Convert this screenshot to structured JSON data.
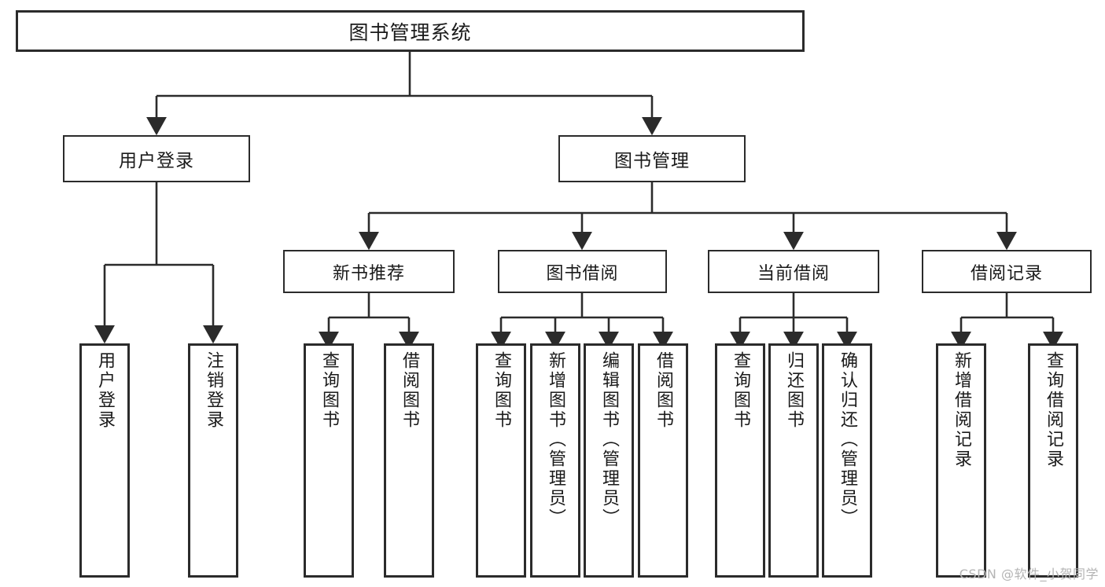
{
  "diagram": {
    "title": "图书管理系统",
    "watermark": "CSDN @软件_小贺同学",
    "stroke_color": "#2b2b2b",
    "fill_color": "#ffffff",
    "nodes": {
      "root": {
        "label": "图书管理系统"
      },
      "level1": [
        {
          "label": "用户登录"
        },
        {
          "label": "图书管理"
        }
      ],
      "level2": [
        {
          "label": "新书推荐"
        },
        {
          "label": "图书借阅"
        },
        {
          "label": "当前借阅"
        },
        {
          "label": "借阅记录"
        }
      ],
      "leaves": {
        "user_login": [
          {
            "label": "用户登录"
          },
          {
            "label": "注销登录"
          }
        ],
        "new_book": [
          {
            "label": "查询图书"
          },
          {
            "label": "借阅图书"
          }
        ],
        "borrow_book": [
          {
            "label": "查询图书"
          },
          {
            "label": "新增图书（管理员）"
          },
          {
            "label": "编辑图书（管理员）"
          },
          {
            "label": "借阅图书"
          }
        ],
        "current_borrow": [
          {
            "label": "查询图书"
          },
          {
            "label": "归还图书"
          },
          {
            "label": "确认归还（管理员）"
          }
        ],
        "borrow_record": [
          {
            "label": "新增借阅记录"
          },
          {
            "label": "查询借阅记录"
          }
        ]
      }
    }
  }
}
